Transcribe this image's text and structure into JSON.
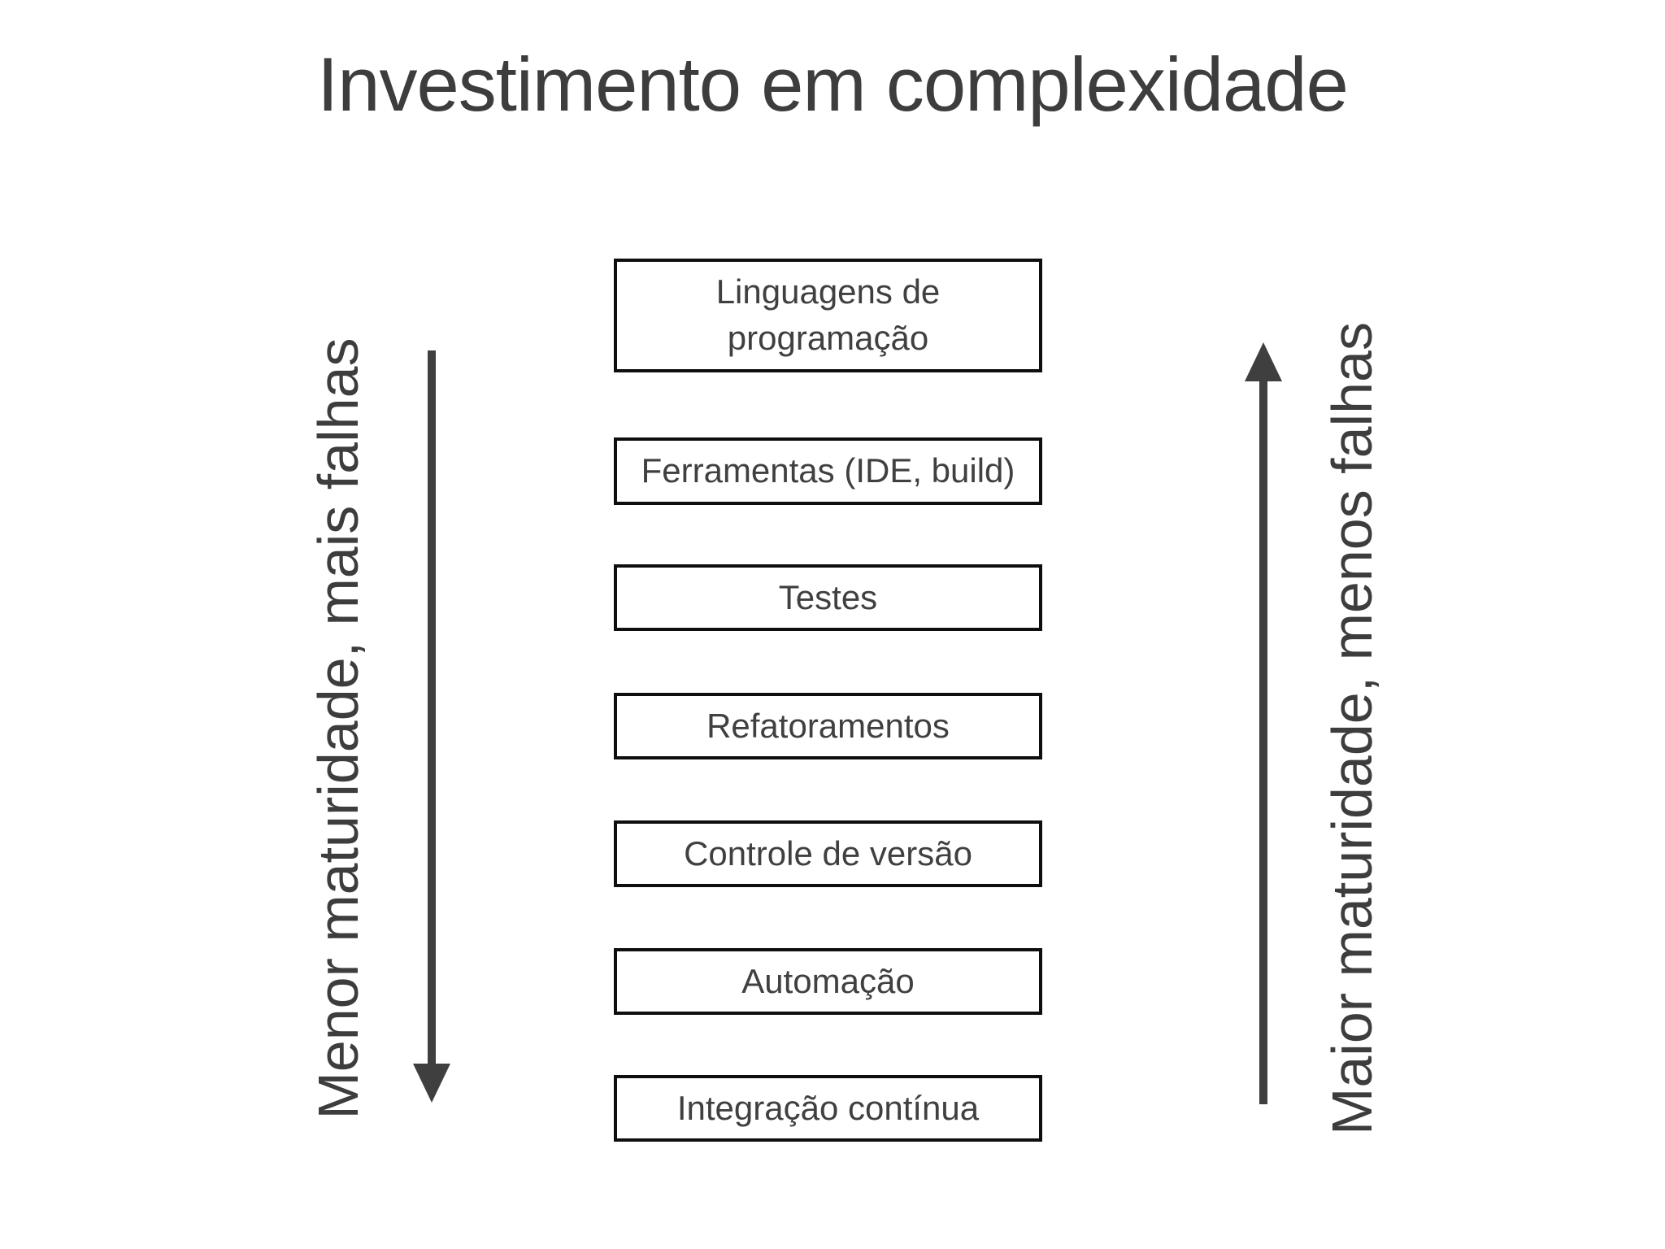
{
  "title": "Investimento em complexidade",
  "left_axis": {
    "label": "Menor maturidade, mais falhas",
    "direction": "down"
  },
  "right_axis": {
    "label": "Maior maturidade, menos falhas",
    "direction": "up"
  },
  "boxes": [
    {
      "label": "Linguagens de programação"
    },
    {
      "label": "Ferramentas (IDE, build)"
    },
    {
      "label": "Testes"
    },
    {
      "label": "Refatoramentos"
    },
    {
      "label": "Controle de versão"
    },
    {
      "label": "Automação"
    },
    {
      "label": "Integração contínua"
    }
  ],
  "colors": {
    "background": "#ffffff",
    "text": "#3d3d3d",
    "box_border": "#0e0e0e",
    "arrow": "#3f3f3f"
  }
}
